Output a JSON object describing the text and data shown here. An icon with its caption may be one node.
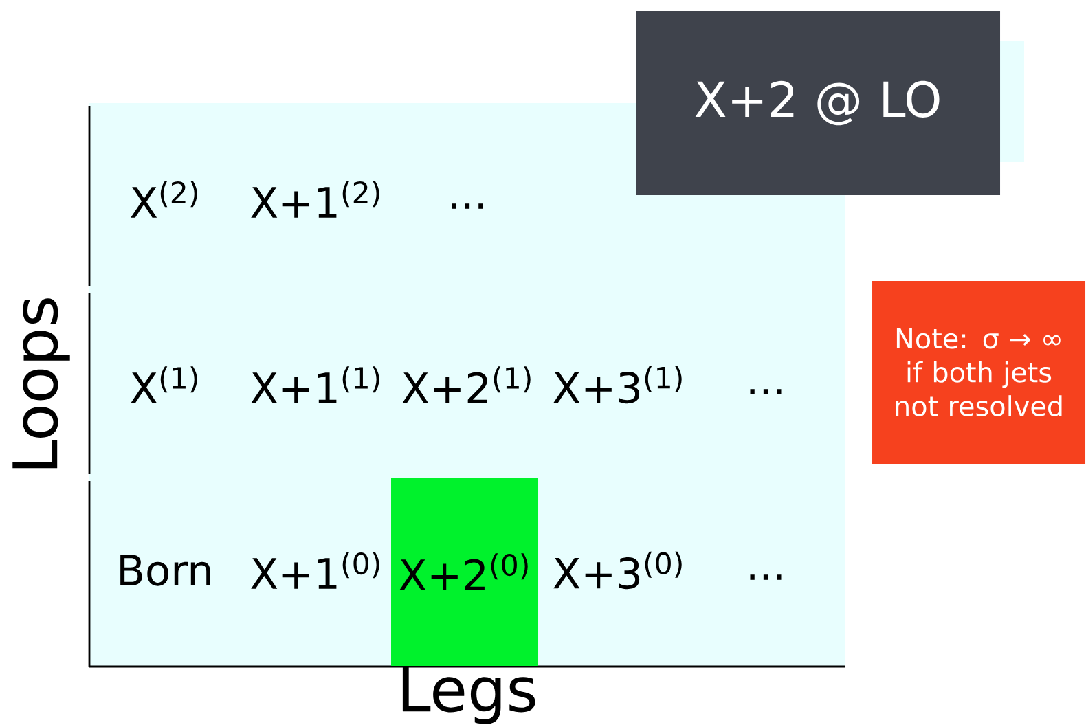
{
  "diagram": {
    "nodes": [
      {
        "text": [
          "X+2 @ LO"
        ]
      },
      {
        "text": [
          "X+2$^{(0)}$"
        ]
      },
      {
        "text": [
          "Note: σ → ∞ if both jets not resolved"
        ]
      }
    ],
    "labels": [
      "X$^{(2)}$",
      "X+1$^{(2)}$",
      "...",
      "X$^{(1)}$",
      "X+1$^{(1)}$",
      "X+2$^{(1)}$",
      "X+3$^{(1)}$",
      "...",
      "Born",
      "X+1$^{(0)}$",
      "X+3$^{(0)}$",
      "...",
      "Loops",
      "Legs"
    ]
  }
}
